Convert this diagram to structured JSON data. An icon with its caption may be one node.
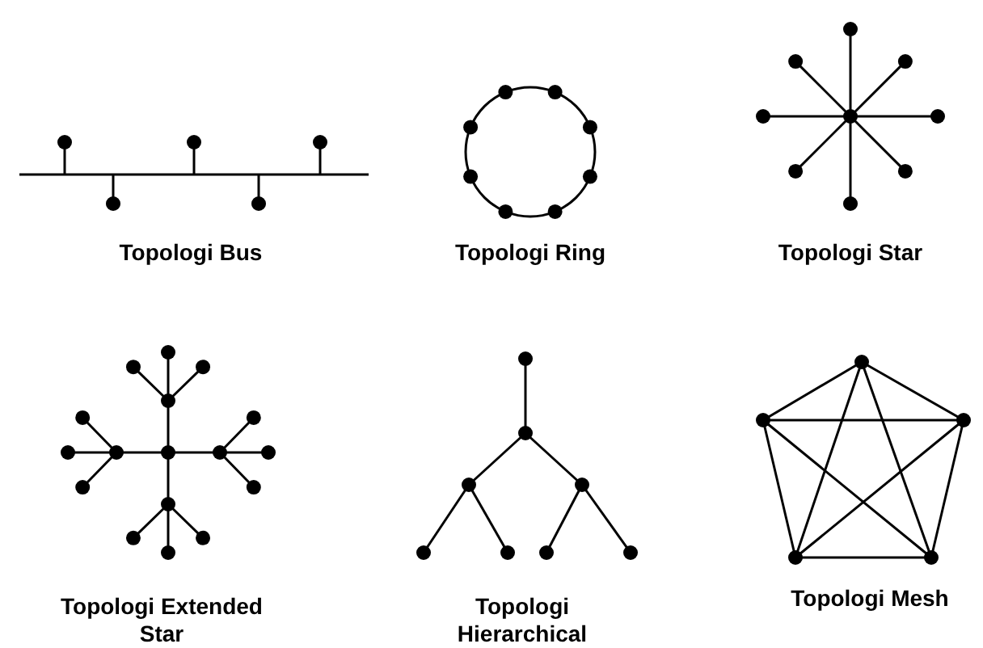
{
  "diagram": {
    "labels": [
      "Topologi Bus",
      "Topologi Ring",
      "Topologi Star",
      "Topologi Extended Star",
      "Topologi Hierarchical",
      "Topologi Mesh"
    ]
  }
}
